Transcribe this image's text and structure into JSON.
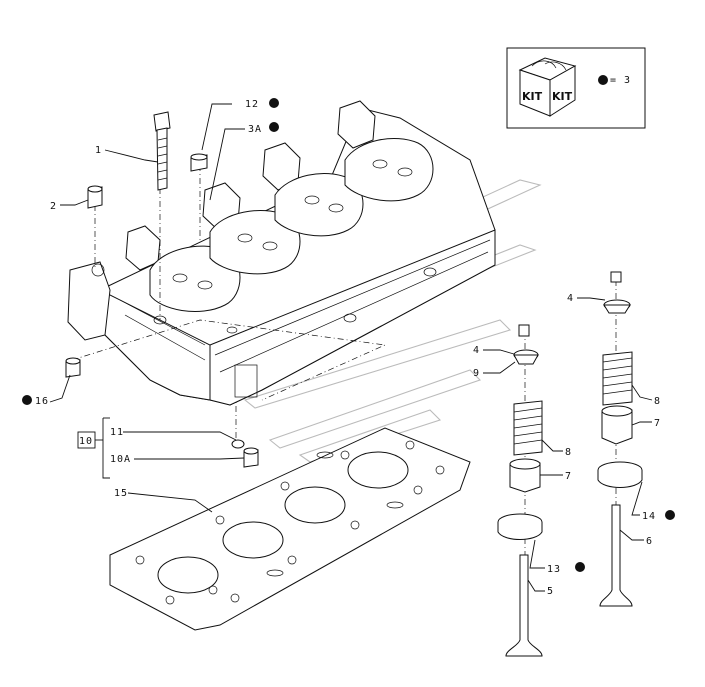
{
  "kit": {
    "box_text_1": "KIT",
    "box_text_2": "KIT",
    "legend_text": "= 3"
  },
  "labels": {
    "l1": "1",
    "l2": "2",
    "l3A": "3A",
    "l4a": "4",
    "l4b": "4",
    "l5": "5",
    "l6": "6",
    "l7a": "7",
    "l7b": "7",
    "l8a": "8",
    "l8b": "8",
    "l9": "9",
    "l10": "10",
    "l10A": "10A",
    "l11": "11",
    "l12": "12",
    "l13": "13",
    "l14": "14",
    "l15": "15",
    "l16": "16"
  }
}
